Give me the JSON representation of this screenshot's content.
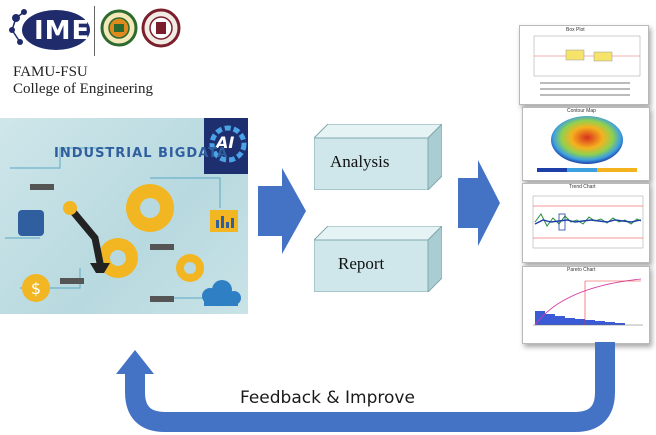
{
  "header": {
    "logo_text": "IME",
    "college_line1": "FAMU-FSU",
    "college_line2": "College of Engineering"
  },
  "hero": {
    "title": "INDUSTRIAL BIGDATA",
    "ai_badge": "AI"
  },
  "process": {
    "analysis_label": "Analysis",
    "report_label": "Report"
  },
  "outputs": {
    "chart1_title": "Box Plot",
    "chart2_title": "Contour Map",
    "chart3_title": "Trend Chart",
    "chart4_title": "Pareto Chart"
  },
  "loop": {
    "label": "Feedback & Improve"
  },
  "colors": {
    "arrow_blue": "#4472c4",
    "box_face": "#cfe7ea",
    "box_top": "#e6f3f5",
    "box_side": "#a9cdd2",
    "hero_bg": "#b7d9df",
    "logo_navy": "#1f2b6b"
  }
}
